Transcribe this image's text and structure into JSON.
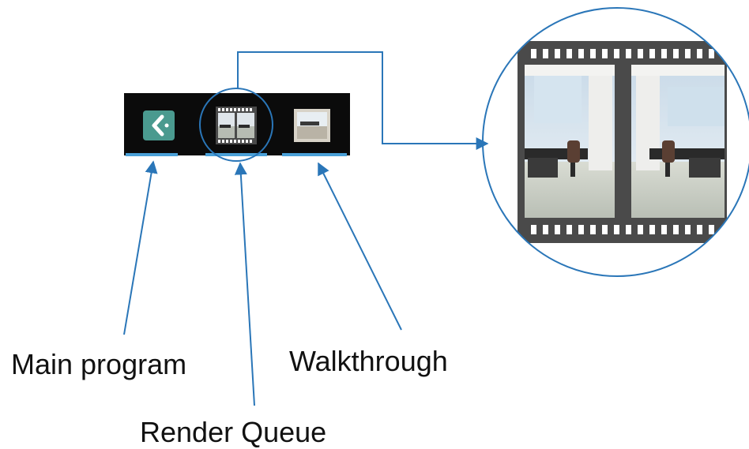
{
  "labels": {
    "main_program": "Main program",
    "render_queue": "Render Queue",
    "walkthrough": "Walkthrough"
  },
  "taskbar": {
    "items": [
      {
        "name": "main-program",
        "icon": "back-arrow-icon"
      },
      {
        "name": "render-queue",
        "icon": "filmstrip-icon"
      },
      {
        "name": "walkthrough",
        "icon": "office-thumbnail-icon"
      }
    ]
  },
  "colors": {
    "accent": "#2a76b8",
    "taskbar_bg": "#0b0b0b",
    "app_icon_bg": "#4a9a8f",
    "active_underline": "#4aa0d8",
    "film_frame": "#4a4a4a"
  }
}
